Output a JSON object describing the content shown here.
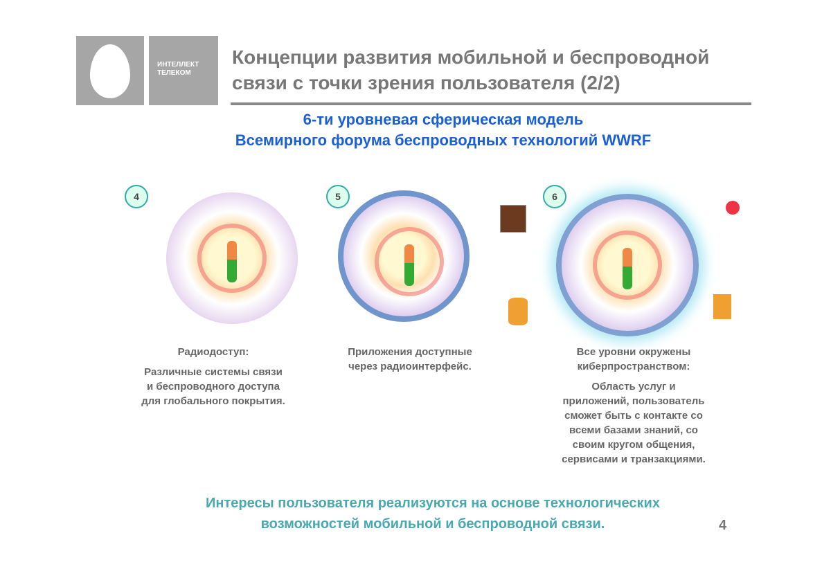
{
  "logo": {
    "brand_line1": "ИНТЕЛЛЕКТ",
    "brand_line2": "ТЕЛЕКОМ"
  },
  "header": {
    "title_line1": "Концепции  развития мобильной и беспроводной",
    "title_line2": "связи с точки зрения пользователя (2/2)"
  },
  "subtitle": {
    "line1": "6-ти уровневая сферическая модель",
    "line2": "Всемирного форума беспроводных технологий WWRF"
  },
  "levels": [
    {
      "number": "4",
      "heading": "Радиодоступ:",
      "body": [
        "Различные системы связи",
        "и беспроводного доступа",
        "для глобального покрытия."
      ]
    },
    {
      "number": "5",
      "heading": "Приложения доступные",
      "heading2": "через радиоинтерфейс."
    },
    {
      "number": "6",
      "heading": "Все уровни окружены",
      "heading2": "киберпространством:",
      "body": [
        "Область услуг и",
        "приложений, пользователь",
        "сможет быть с контакте со",
        "всеми базами знаний, со",
        "своим кругом общения,",
        "сервисами и транзакциями."
      ]
    }
  ],
  "footer": {
    "line1": "Интересы пользователя реализуются на основе технологических",
    "line2": "возможностей мобильной и беспроводной связи.",
    "page_number": "4"
  }
}
